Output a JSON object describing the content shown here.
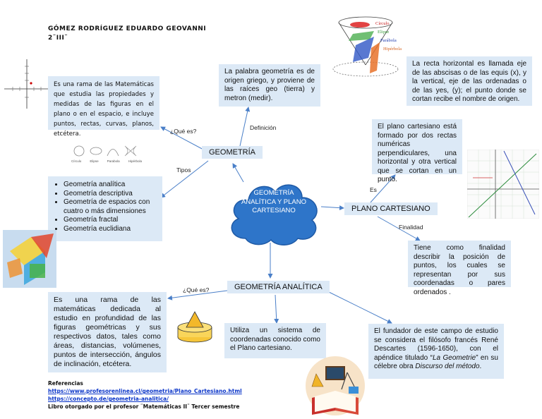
{
  "author": {
    "name": "GÓMEZ RODRÍGUEZ EDUARDO GEOVANNI",
    "group": "2¨III¨"
  },
  "center": {
    "text": "GEOMETRÍA ANALÍTICA Y PLANO CARTESIANO"
  },
  "nodes": {
    "geometria": "GEOMETRÍA",
    "plano": "PLANO CARTESIANO",
    "analitica": "GEOMETRÍA ANALÍTICA"
  },
  "labels": {
    "que_es_1": "¿Qué es?",
    "tipos": "Tipos",
    "definicion": "Definición",
    "es": "Es",
    "finalidad": "Finalidad",
    "que_es_2": "¿Qué es?"
  },
  "boxes": {
    "geometria_def": "Es una rama de las Matemáticas que estudia las propiedades y medidas de las figuras en el plano o en el espacio, e incluye puntos, rectas, curvas, planos, etcétera.",
    "etimologia": "La palabra geometría es de origen griego, y proviene de las raíces geo (tierra) y metron (medir).",
    "plano_def": "El plano cartesiano está formado por dos rectas numéricas perpendiculares, una horizontal y otra vertical que se cortan en un punto.",
    "ejes": "La recta horizontal es llamada eje de las abscisas o de las equis (x), y la vertical, eje de las ordenadas o de las yes, (y); el punto donde se cortan recibe el nombre de origen.",
    "finalidad": "Tiene como finalidad describir la posición de puntos, los cuales se representan por sus coordenadas o pares ordenados .",
    "analitica_def": "Es una rama de las matemáticas dedicada al estudio en profundidad de las figuras geométricas y sus respectivos datos, tales como áreas, distancias, volúmenes, puntos de intersección, ángulos de inclinación, etcétera.",
    "sistema": "Utiliza un sistema de coordenadas conocido como el Plano cartesiano.",
    "descartes_pre": "El fundador de este campo de estudio se considera el filósofo francés René Descartes (1596-1650), con el apéndice titulado “",
    "descartes_title": "La Geometrie",
    "descartes_mid": "” en su célebre obra ",
    "descartes_book": "Discurso del método",
    "descartes_end": "."
  },
  "tipos_list": [
    "Geometría analítica",
    "Geometría descriptiva",
    "Geometría de espacios con cuatro o más dimensiones",
    "Geometría fractal",
    "Geometría euclidiana"
  ],
  "conic_labels": [
    "Círculo",
    "Elipse",
    "Parábola",
    "Hipérbola"
  ],
  "conic_captions": [
    "Círculo",
    "Elipse",
    "Parabola",
    "Hipérbola"
  ],
  "references": {
    "title": "Referencias",
    "link1": "https://www.profesorenlinea.cl/geometria/Plano_Cartesiano.html",
    "link2": "https://concepto.de/geometria-analitica/",
    "note": "Libro otorgado por el profesor ¨Matemáticas II¨ Tercer semestre"
  },
  "colors": {
    "box": "#dce9f6",
    "cloud": "#2e75c9",
    "arrow": "#4a7fc8",
    "link": "#0b36c9"
  }
}
